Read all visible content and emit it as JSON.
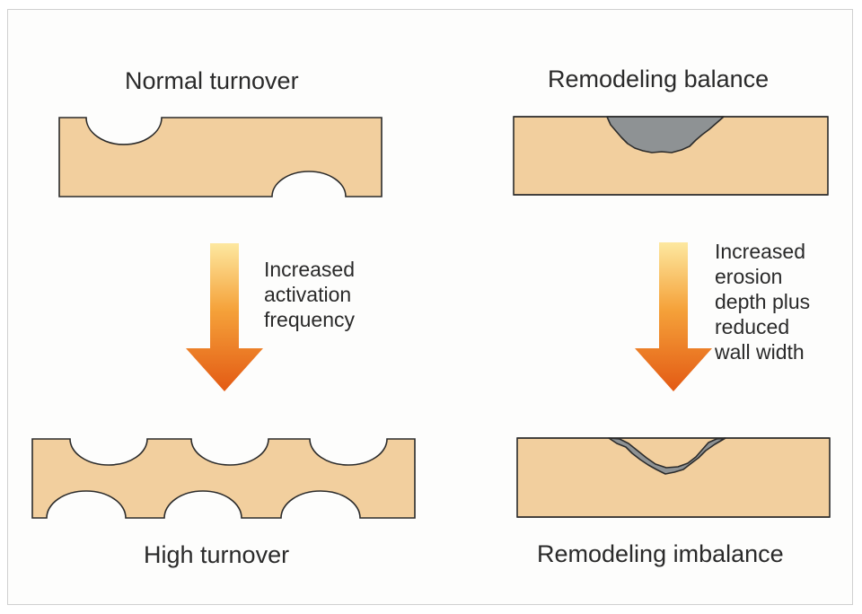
{
  "panels": {
    "top_left": {
      "title": "Normal turnover"
    },
    "top_right": {
      "title": "Remodeling balance"
    },
    "bottom_left": {
      "title": "High turnover"
    },
    "bottom_right": {
      "title": "Remodeling imbalance"
    }
  },
  "arrows": {
    "left": {
      "lines": [
        "Increased",
        "activation",
        "frequency"
      ]
    },
    "right": {
      "lines": [
        "Increased",
        "erosion",
        "depth plus",
        "reduced",
        "wall width"
      ]
    }
  },
  "colors": {
    "bone": "#f2cf9e",
    "outline": "#2b2b2b",
    "resorption_fill": "#8e9294",
    "arrow_top": "#fde8a0",
    "arrow_mid": "#f5a23a",
    "arrow_bottom": "#e35a14",
    "text": "#2a2a2a"
  }
}
